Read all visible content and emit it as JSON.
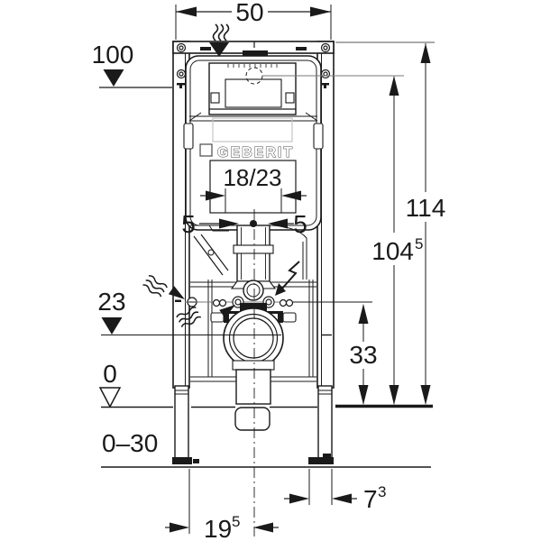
{
  "drawing": {
    "title": "Geberit installation frame dimensional drawing",
    "brand": "GEBERIT",
    "dims": {
      "frame_width": "50",
      "actuator_level": "100",
      "outlet_level": "23",
      "zero_level": "0",
      "floor_range": "0–30",
      "plate_opening": "18/23",
      "offset_left": "5",
      "offset_right": "5",
      "fixing_height": "33",
      "total_height": "114",
      "h104": {
        "value": "104",
        "sup": "5"
      },
      "d19": {
        "value": "19",
        "sup": "5"
      },
      "d7": {
        "value": "7",
        "sup": "3"
      }
    },
    "colors": {
      "line": "#1a1a1a",
      "aux": "#7a7a7a",
      "faint": "#c4c4c4",
      "background": "#ffffff"
    }
  }
}
